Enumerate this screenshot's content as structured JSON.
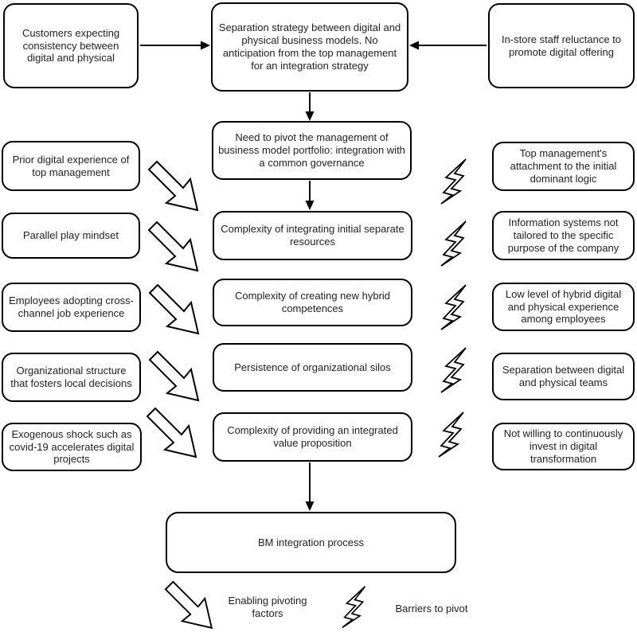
{
  "colors": {
    "stroke": "#000000",
    "background": "#ffffff",
    "text": "#1f1f1f"
  },
  "top_row": {
    "left_cause": "Customers expecting consistency between digital and physical",
    "central_problem": "Separation strategy between digital and physical business models. No anticipation from the top management for an integration strategy",
    "right_cause": "In-store staff reluctance to promote digital offering"
  },
  "pivot_need": "Need to pivot the management of business model portfolio: integration with a common governance",
  "enabling_factors": [
    "Prior digital experience of top management",
    "Parallel play mindset",
    "Employees adopting cross-channel job experience",
    "Organizational structure that fosters local decisions",
    "Exogenous shock such as covid-19 accelerates digital projects"
  ],
  "process_steps": [
    "Complexity of integrating initial separate resources",
    "Complexity of creating new hybrid competences",
    "Persistence of organizational silos",
    "Complexity of providing an integrated value proposition"
  ],
  "barriers": [
    "Top management's attachment to the initial dominant logic",
    "Information systems not tailored to the specific purpose of the company",
    "Low level of hybrid digital and physical experience among employees",
    "Separation between digital and physical teams",
    "Not willing to continuously invest in digital transformation"
  ],
  "outcome": "BM integration process",
  "legend": {
    "enabling_label": "Enabling pivoting factors",
    "barrier_label": "Barriers to pivot",
    "enabling_icon": "block-arrow-down-right",
    "barrier_icon": "lightning-bolt"
  }
}
